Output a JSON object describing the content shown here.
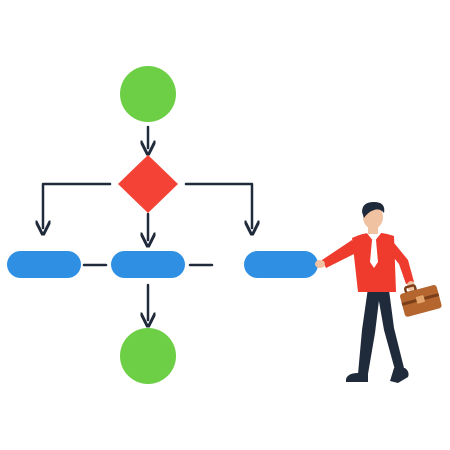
{
  "diagram": {
    "type": "flowchart",
    "nodes": [
      {
        "id": "start",
        "shape": "circle",
        "color": "#6ccf45"
      },
      {
        "id": "decision",
        "shape": "diamond",
        "color": "#f44336"
      },
      {
        "id": "process-left",
        "shape": "rounded-rect",
        "color": "#2f8fe3"
      },
      {
        "id": "process-center",
        "shape": "rounded-rect",
        "color": "#2f8fe3"
      },
      {
        "id": "process-right",
        "shape": "rounded-rect",
        "color": "#2f8fe3"
      },
      {
        "id": "end",
        "shape": "circle",
        "color": "#6ccf45"
      }
    ],
    "connector_color": "#1f2a3a"
  },
  "figure": {
    "description_icons": [
      "businessman-figure",
      "briefcase-icon"
    ],
    "colors": {
      "shirt": "#ef3b2d",
      "tie": "#ffffff",
      "pants": "#1f2a3a",
      "skin": "#f1c2a2",
      "hair": "#1f2a3a",
      "briefcase": "#b5662f"
    }
  }
}
